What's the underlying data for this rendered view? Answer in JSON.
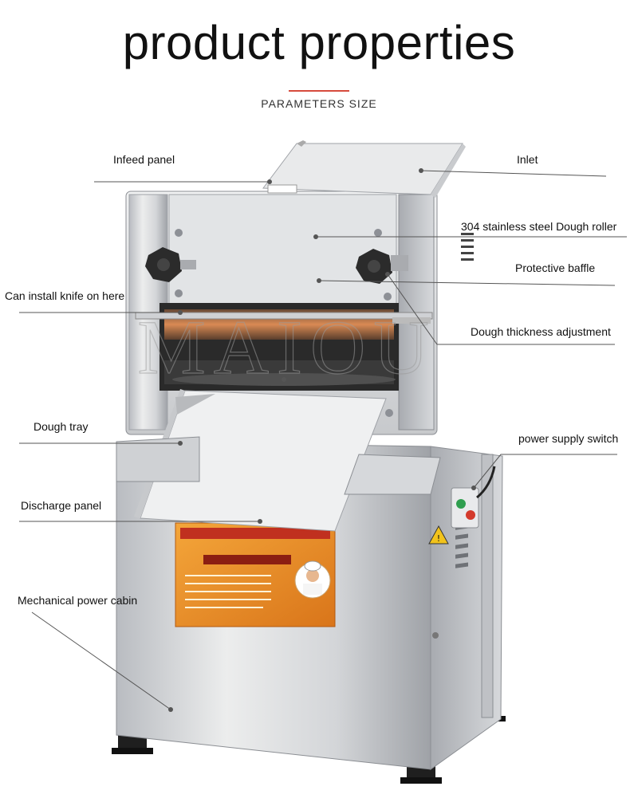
{
  "header": {
    "title": "product properties",
    "subtitle": "PARAMETERS SIZE"
  },
  "colors": {
    "accent": "#d64b3c",
    "steel_light": "#e6e7e9",
    "steel_mid": "#c4c6ca",
    "steel_dark": "#8d9096",
    "knob": "#2b2b2b",
    "poster_orange": "#e78b1f",
    "switch_green": "#2f9e4f",
    "switch_red": "#d33a2c",
    "callout_line": "#555555"
  },
  "callouts": {
    "infeed_panel": "Infeed panel",
    "inlet": "Inlet",
    "dough_roller": "304 stainless steel Dough roller",
    "protective_baffle": "Protective baffle",
    "knife_mount": "Can install knife on here",
    "thickness_adjustment": "Dough thickness adjustment",
    "dough_tray": "Dough tray",
    "power_switch": "power supply switch",
    "discharge_panel": "Discharge panel",
    "power_cabin": "Mechanical power cabin"
  },
  "watermark": "MAIOU"
}
